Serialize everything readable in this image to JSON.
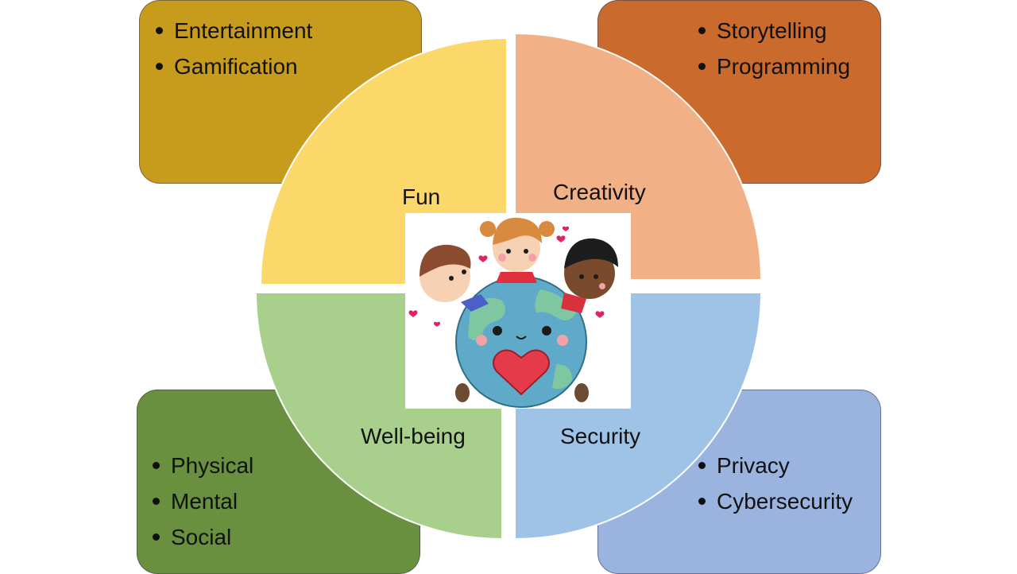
{
  "quadrants": [
    {
      "label": "Fun",
      "color": "#fcd76a",
      "box_color": "#c79c1c",
      "items": [
        "Entertainment",
        "Gamification"
      ]
    },
    {
      "label": "Creativity",
      "color": "#f2b087",
      "box_color": "#cb6a2d",
      "items": [
        "Storytelling",
        "Programming"
      ]
    },
    {
      "label": "Well-being",
      "color": "#a8d08c",
      "box_color": "#68903f",
      "items": [
        "Physical",
        "Mental",
        "Social"
      ]
    },
    {
      "label": "Security",
      "color": "#9fc3e6",
      "box_color": "#9ab3df",
      "items": [
        "Privacy",
        "Cybersecurity"
      ]
    }
  ],
  "center_image": {
    "description_icon": "kids-around-globe-heart"
  }
}
